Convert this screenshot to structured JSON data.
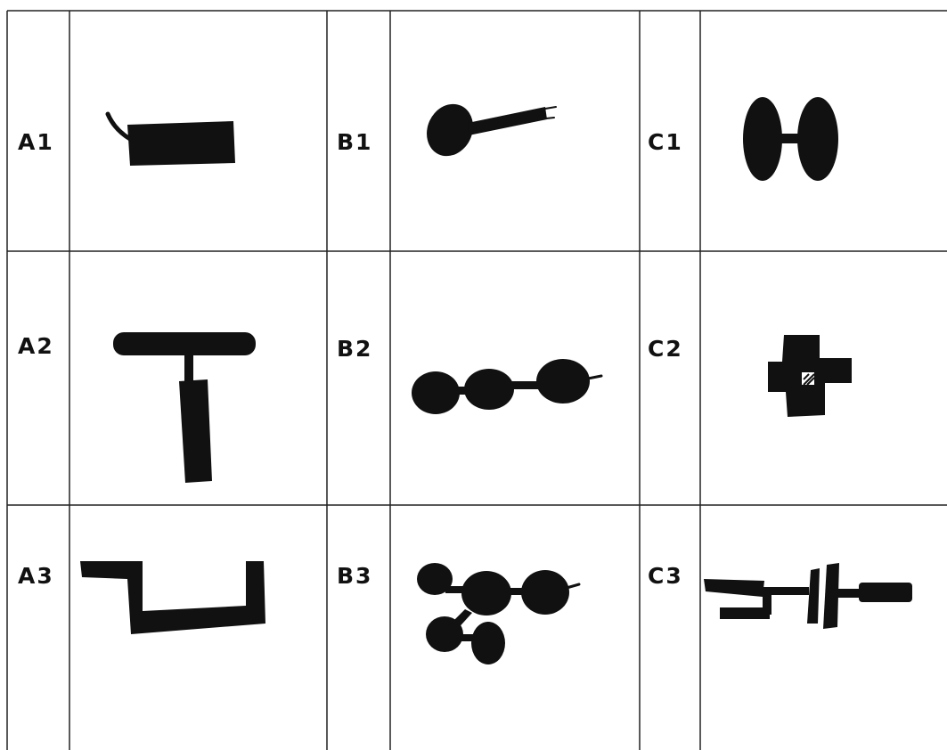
{
  "figure": {
    "cells": [
      {
        "id": "A1",
        "label": "A1"
      },
      {
        "id": "A2",
        "label": "A2"
      },
      {
        "id": "A3",
        "label": "A3"
      },
      {
        "id": "B1",
        "label": "B1"
      },
      {
        "id": "B2",
        "label": "B2"
      },
      {
        "id": "B3",
        "label": "B3"
      },
      {
        "id": "C1",
        "label": "C1"
      },
      {
        "id": "C2",
        "label": "C2"
      },
      {
        "id": "C3",
        "label": "C3"
      }
    ],
    "ink_color": "#111111",
    "background_color": "#ffffff"
  }
}
